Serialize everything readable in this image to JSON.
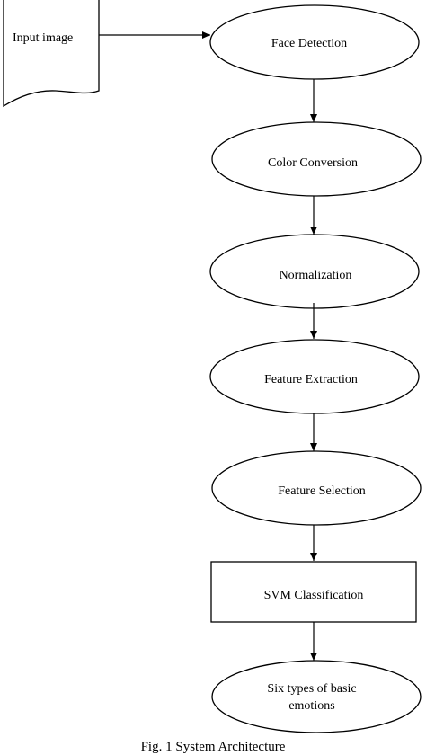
{
  "diagram": {
    "input": "Input image",
    "steps": [
      {
        "label": "Face Detection"
      },
      {
        "label": "Color Conversion"
      },
      {
        "label": "Normalization"
      },
      {
        "label": "Feature Extraction"
      },
      {
        "label": "Feature Selection"
      },
      {
        "label": "SVM Classification"
      },
      {
        "label_line1": "Six types of basic",
        "label_line2": "emotions"
      }
    ],
    "caption": "Fig. 1 System Architecture"
  }
}
